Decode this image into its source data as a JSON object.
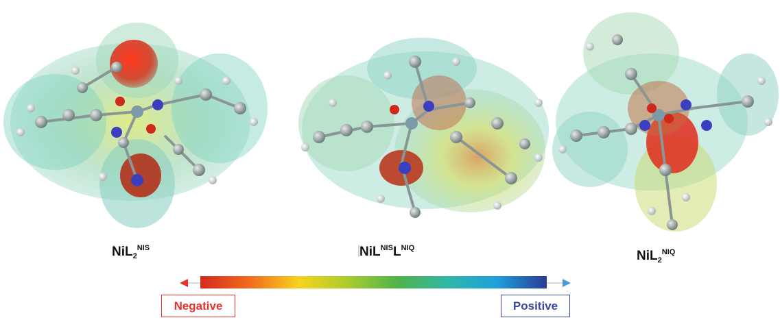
{
  "figure": {
    "panels": [
      {
        "name": "NiL2NIS",
        "label_base": "NiL",
        "label_sub": "2",
        "label_sup": "NIS"
      },
      {
        "name": "NiLNISLNIQ",
        "label_a": "NiL",
        "label_a_sup": "NIS",
        "label_b": "L",
        "label_b_sup": "NIQ"
      },
      {
        "name": "NiL2NIQ",
        "label_base": "NiL",
        "label_sub": "2",
        "label_sup": "NIQ"
      }
    ],
    "scale": {
      "negative_label": "Negative",
      "positive_label": "Positive",
      "negative_color": "#e8322b",
      "positive_color": "#3949a0",
      "gradient": [
        "#d62a1f",
        "#f26b1d",
        "#f7d21e",
        "#a9cc2e",
        "#4fb34a",
        "#2fb7a8",
        "#1e9fdc",
        "#2b3b95"
      ]
    }
  }
}
